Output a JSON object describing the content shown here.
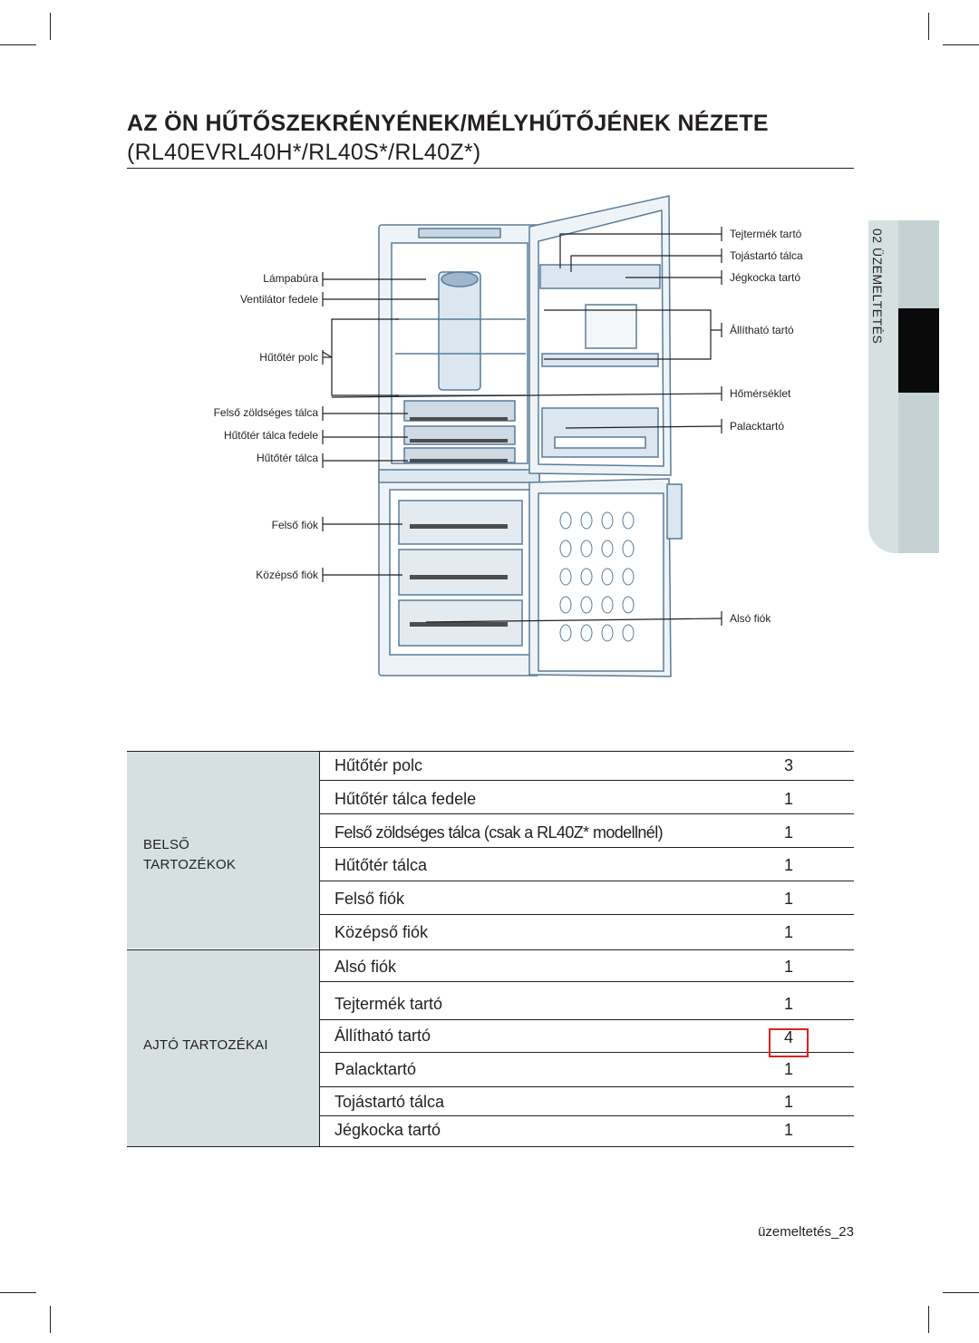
{
  "title": {
    "line1": "AZ ÖN HŰTŐSZEKRÉNYÉNEK/MÉLYHŰTŐJÉNEK NÉZETE",
    "line2": "(RL40EVRL40H*/RL40S*/RL40Z*)"
  },
  "side_tab": {
    "label": "02 ÜZEMELTETÉS"
  },
  "diagram_labels": {
    "left": [
      "Lámpabúra",
      "Ventilátor fedele",
      "Hűtőtér polc",
      "Felső zöldséges tálca",
      "Hűtőtér tálca fedele",
      "Hűtőtér tálca",
      "Felső fiók",
      "Középső fiók"
    ],
    "right": [
      "Tejtermék tartó",
      "Tojástartó tálca",
      "Jégkocka tartó",
      "Állítható tartó",
      "Hőmérséklet",
      "Palacktartó",
      "Alsó fiók"
    ]
  },
  "table": {
    "groups": [
      {
        "label_line1": "BELSŐ",
        "label_line2": "TARTOZÉKOK",
        "rows": [
          {
            "name": "Hűtőtér polc",
            "qty": "3"
          },
          {
            "name": "Hűtőtér tálca fedele",
            "qty": "1"
          },
          {
            "name": "Felső zöldséges tálca (csak a RL40Z* modellnél)",
            "qty": "1"
          },
          {
            "name": "Hűtőtér tálca",
            "qty": "1"
          },
          {
            "name": "Felső fiók",
            "qty": "1"
          },
          {
            "name": "Középső fiók",
            "qty": "1"
          }
        ]
      },
      {
        "label_line1": "AJTÓ TARTOZÉKAI",
        "rows": [
          {
            "name": "Alsó fiók",
            "qty": "1"
          },
          {
            "name": "Tejtermék tartó",
            "qty": "1"
          },
          {
            "name": "Állítható tartó",
            "qty": "4"
          },
          {
            "name": "Palacktartó",
            "qty": "1"
          },
          {
            "name": "Tojástartó tálca",
            "qty": "1"
          },
          {
            "name": "Jégkocka tartó",
            "qty": "1"
          }
        ]
      }
    ]
  },
  "footer": {
    "page": "üzemeltetés_23"
  },
  "colors": {
    "table_group_bg": "#d6e0e1",
    "highlight_box": "#e02020",
    "fridge_outline": "#5a7c9a"
  }
}
